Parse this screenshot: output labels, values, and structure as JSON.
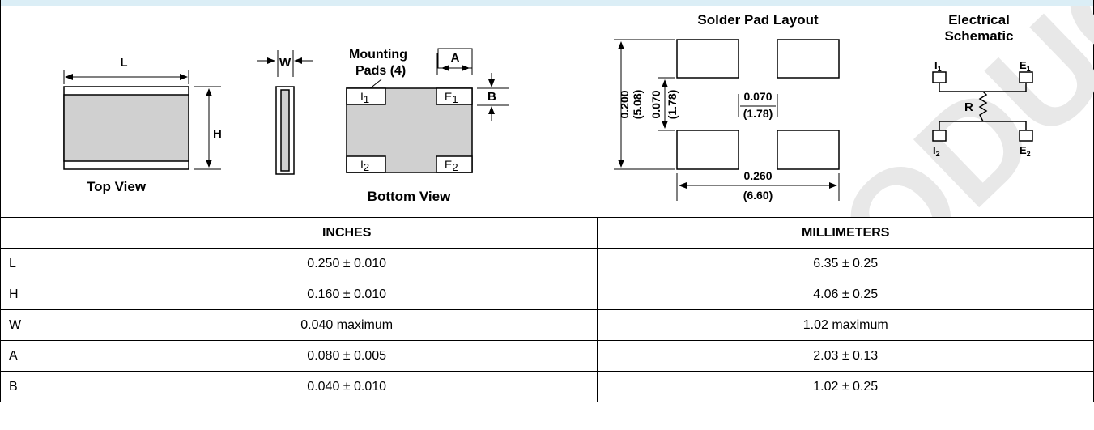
{
  "figure": {
    "dimension_labels": {
      "L": "L",
      "W": "W",
      "H": "H",
      "A": "A",
      "B": "B"
    },
    "mounting_pads": [
      "Mounting",
      "Pads (4)"
    ],
    "pad_labels": {
      "I1": "I",
      "I1_sub": "1",
      "E1": "E",
      "E1_sub": "1",
      "I2": "I",
      "I2_sub": "2",
      "E2": "E",
      "E2_sub": "2"
    },
    "top_view": "Top View",
    "bottom_view": "Bottom View",
    "solder_pad_title": "Solder Pad Layout",
    "solder_dims": {
      "height_in": "0.200",
      "height_mm": "(5.08)",
      "pad_in": "0.070",
      "pad_mm": "(1.78)",
      "gap_in": "0.070",
      "gap_mm": "(1.78)",
      "width_in": "0.260",
      "width_mm": "(6.60)"
    },
    "schematic_title": [
      "Electrical",
      "Schematic"
    ],
    "schematic_labels": {
      "R": "R"
    }
  },
  "table": {
    "headers": [
      "",
      "INCHES",
      "MILLIMETERS"
    ],
    "rows": [
      {
        "label": "L",
        "inches": "0.250 ± 0.010",
        "mm": "6.35 ± 0.25"
      },
      {
        "label": "H",
        "inches": "0.160 ± 0.010",
        "mm": "4.06 ± 0.25"
      },
      {
        "label": "W",
        "inches": "0.040 maximum",
        "mm": "1.02 maximum"
      },
      {
        "label": "A",
        "inches": "0.080 ± 0.005",
        "mm": "2.03 ± 0.13"
      },
      {
        "label": "B",
        "inches": "0.040 ± 0.010",
        "mm": "1.02 ± 0.25"
      }
    ]
  },
  "watermark": {
    "text": "PRODUCT",
    "color": "#e6e6e6"
  },
  "colors": {
    "body_gray": "#d0d0d0",
    "header_strip": "#dbeef6"
  }
}
